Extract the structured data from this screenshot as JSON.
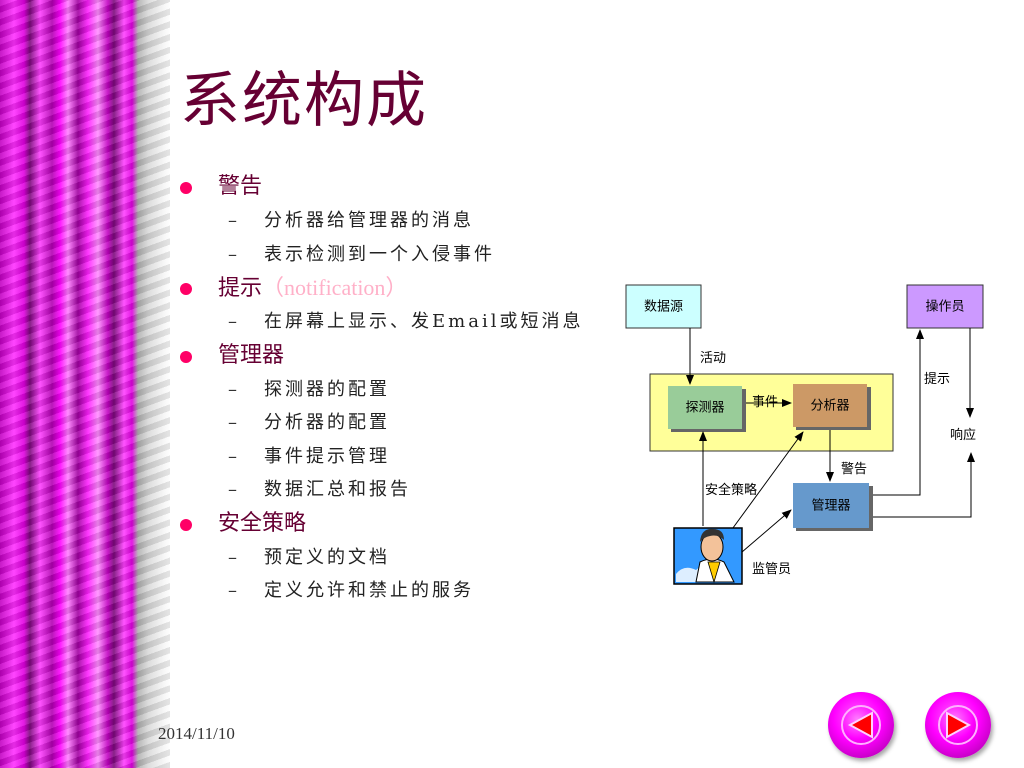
{
  "slide": {
    "title": "系统构成",
    "date": "2014/11/10"
  },
  "outline": [
    {
      "label": "警告",
      "children": [
        "分析器给管理器的消息",
        "表示检测到一个入侵事件"
      ]
    },
    {
      "label": "提示",
      "hint": "（notification）",
      "children": [
        "在屏幕上显示、发Email或短消息"
      ]
    },
    {
      "label": "管理器",
      "children": [
        "探测器的配置",
        "分析器的配置",
        "事件提示管理",
        "数据汇总和报告"
      ]
    },
    {
      "label": "安全策略",
      "children": [
        "预定义的文档",
        "定义允许和禁止的服务"
      ]
    }
  ],
  "diagram": {
    "nodes": {
      "datasource": "数据源",
      "operator": "操作员",
      "sensor": "探测器",
      "analyzer": "分析器",
      "manager": "管理器",
      "administrator": "监管员"
    },
    "edges": {
      "activity": "活动",
      "event": "事件",
      "notification": "提示",
      "response": "响应",
      "alert": "警告",
      "security_policy": "安全策略"
    },
    "colors": {
      "datasource_fill": "#ccffff",
      "operator_fill": "#cc99ff",
      "sensor_fill": "#99cc99",
      "analyzer_fill": "#cc9966",
      "manager_fill": "#6699cc",
      "group_fill": "#ffff99"
    }
  },
  "nav": {
    "prev": "previous-slide",
    "next": "next-slide"
  },
  "theme": {
    "title_color": "#660033",
    "bullet_color": "#ff0066",
    "accent": "#ff00ff"
  }
}
